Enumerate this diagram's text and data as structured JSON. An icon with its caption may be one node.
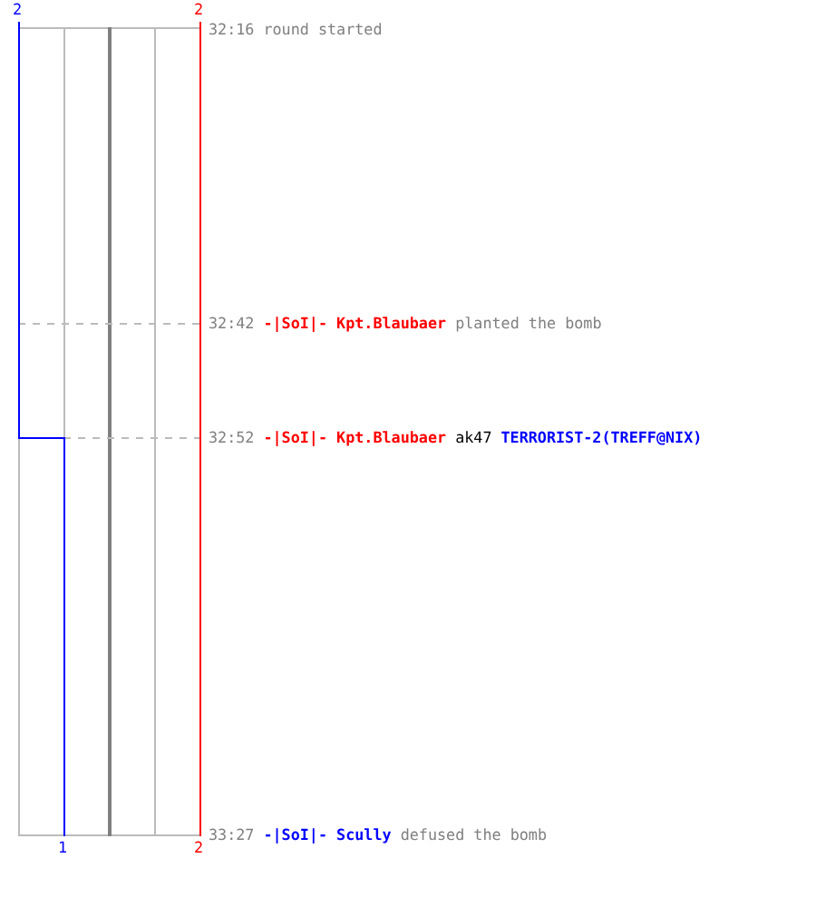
{
  "diagram": {
    "labels": [
      "2",
      "2",
      "32:16",
      "round started",
      "32:42",
      "-|SoI|- Kpt.Blaubaer",
      "planted the bomb",
      "32:52",
      "-|SoI|- Kpt.Blaubaer",
      "ak47",
      "TERRORIST-2(TREFF@NIX)",
      "33:27",
      "-|SoI|- Scully",
      "defused the bomb",
      "1",
      "2"
    ]
  }
}
